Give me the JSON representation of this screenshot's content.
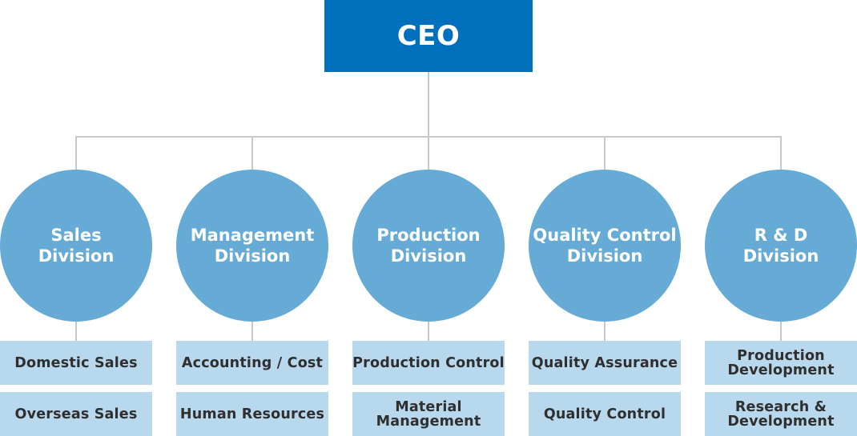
{
  "ceo": {
    "label": "CEO"
  },
  "divisions": [
    {
      "name": "Sales\nDivision",
      "departments": [
        "Domestic Sales",
        "Overseas Sales"
      ]
    },
    {
      "name": "Management\nDivision",
      "departments": [
        "Accounting / Cost",
        "Human Resources"
      ]
    },
    {
      "name": "Production\nDivision",
      "departments": [
        "Production Control",
        "Material\nManagement"
      ]
    },
    {
      "name": "Quality Control\nDivision",
      "departments": [
        "Quality Assurance",
        "Quality Control"
      ]
    },
    {
      "name": "R & D\nDivision",
      "departments": [
        "Production\nDevelopment",
        "Research &\nDevelopment"
      ]
    }
  ],
  "colors": {
    "ceo_box": "#0070bd",
    "division_circle": "#66aad6",
    "department_box": "#b8d8ee",
    "connector": "#c8c8c8"
  }
}
